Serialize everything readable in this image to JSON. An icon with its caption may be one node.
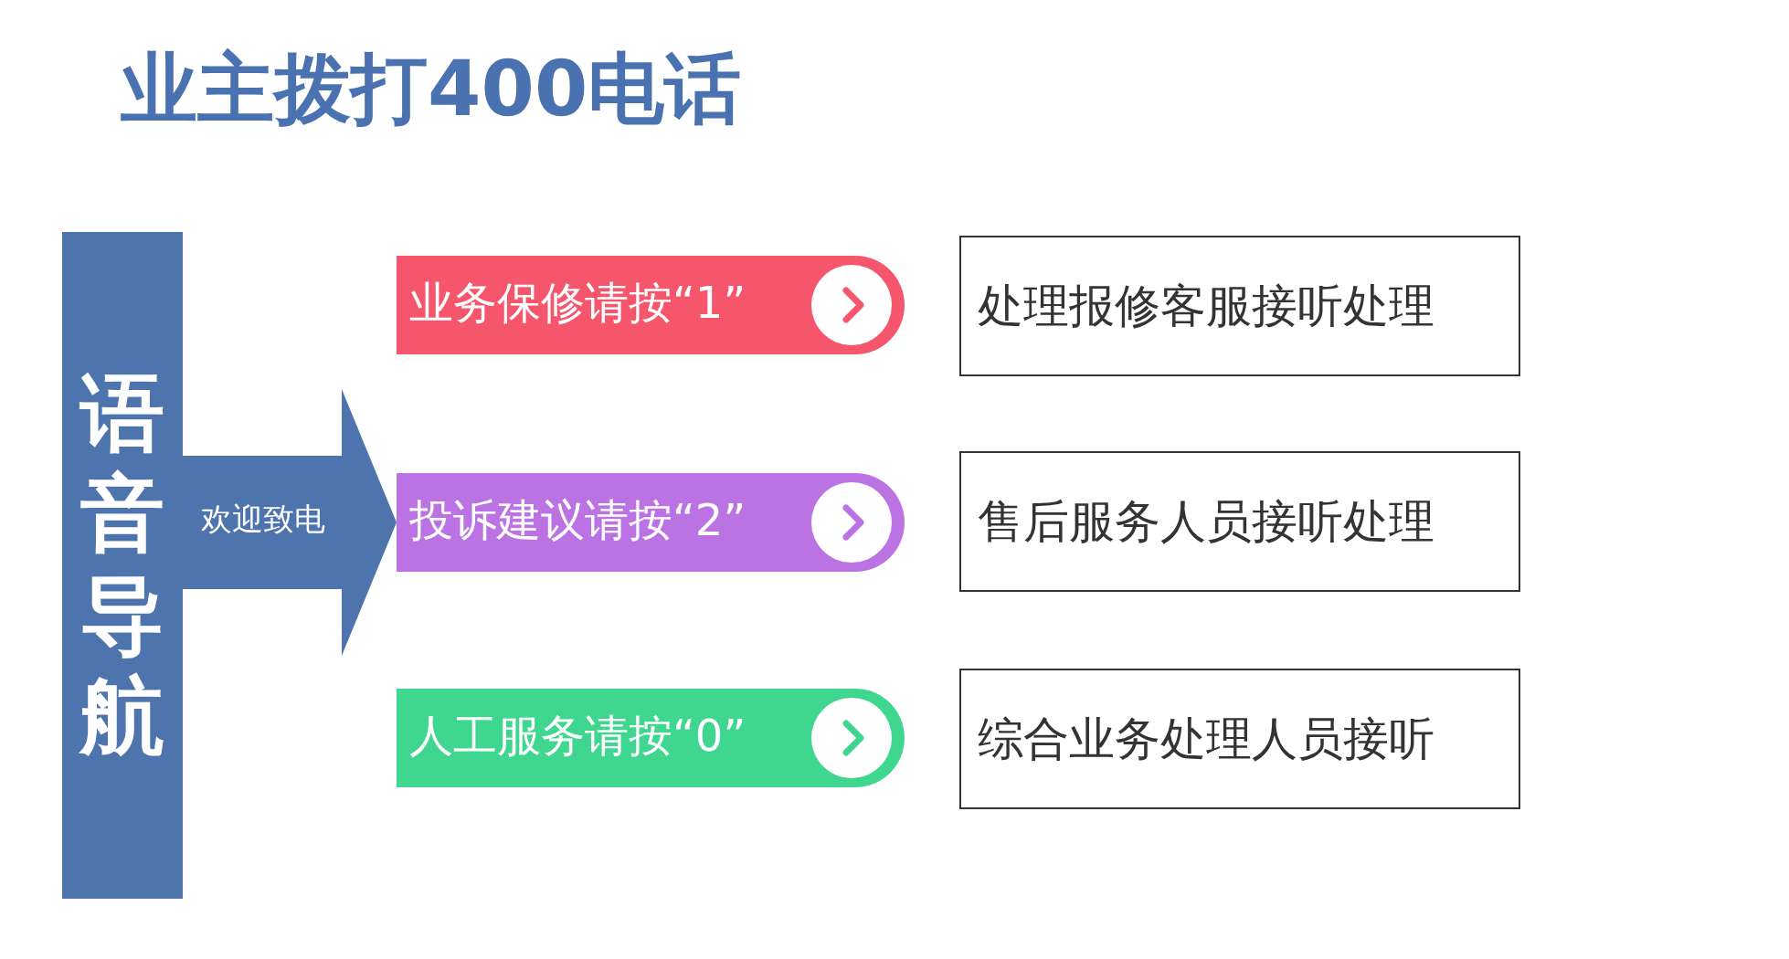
{
  "diagram": {
    "title": "业主拨打400电话",
    "nodes": [
      {
        "text": [
          "语音导航"
        ]
      },
      {
        "text": [
          "业务保修请按“1”"
        ]
      },
      {
        "text": [
          "处理报修客服接听处理"
        ]
      },
      {
        "text": [
          "投诉建议请按“2”"
        ]
      },
      {
        "text": [
          "售后服务人员接听处理"
        ]
      },
      {
        "text": [
          "人工服务请按“0”"
        ]
      },
      {
        "text": [
          "综合业务处理人员接听"
        ]
      }
    ],
    "edges": [
      {
        "from": 0,
        "to": 3,
        "arrow": "to",
        "label": "欢迎致电"
      }
    ]
  }
}
